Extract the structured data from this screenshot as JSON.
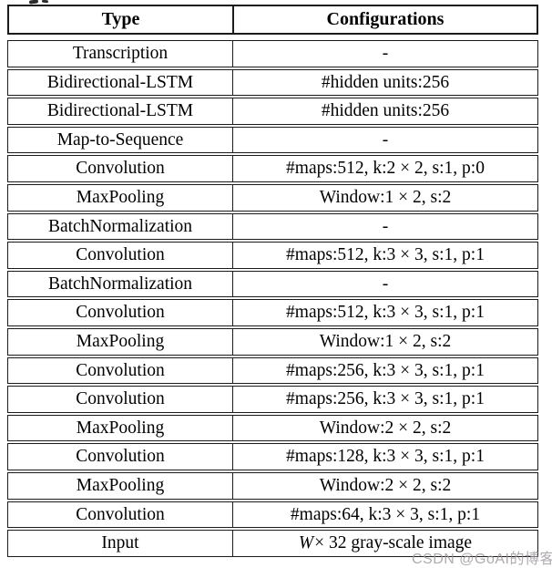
{
  "table": {
    "headers": [
      {
        "label": "Type"
      },
      {
        "label": "Configurations"
      }
    ],
    "rows": [
      {
        "type": "Transcription",
        "config": "-"
      },
      {
        "type": "Bidirectional-LSTM",
        "config": "#hidden units:256"
      },
      {
        "type": "Bidirectional-LSTM",
        "config": "#hidden units:256"
      },
      {
        "type": "Map-to-Sequence",
        "config": "-"
      },
      {
        "type": "Convolution",
        "config": "#maps:512, k:2 × 2, s:1, p:0"
      },
      {
        "type": "MaxPooling",
        "config": "Window:1 × 2, s:2"
      },
      {
        "type": "BatchNormalization",
        "config": "-"
      },
      {
        "type": "Convolution",
        "config": "#maps:512, k:3 × 3, s:1, p:1"
      },
      {
        "type": "BatchNormalization",
        "config": "-"
      },
      {
        "type": "Convolution",
        "config": "#maps:512, k:3 × 3, s:1, p:1"
      },
      {
        "type": "MaxPooling",
        "config": "Window:1 × 2, s:2"
      },
      {
        "type": "Convolution",
        "config": "#maps:256, k:3 × 3, s:1, p:1"
      },
      {
        "type": "Convolution",
        "config": "#maps:256, k:3 × 3, s:1, p:1"
      },
      {
        "type": "MaxPooling",
        "config": "Window:2 × 2, s:2"
      },
      {
        "type": "Convolution",
        "config": "#maps:128, k:3 × 3, s:1, p:1"
      },
      {
        "type": "MaxPooling",
        "config": "Window:2 × 2, s:2"
      },
      {
        "type": "Convolution",
        "config": "#maps:64, k:3 × 3, s:1, p:1"
      },
      {
        "type": "Input",
        "config": "W × 32 gray-scale image",
        "italic_first_token": true
      }
    ]
  },
  "watermark": {
    "text": "CSDN @GoAI的博客",
    "color": "#9b969a"
  },
  "colors": {
    "background": "#ffffff",
    "border": "#1b1b1b",
    "text": "#000000"
  }
}
